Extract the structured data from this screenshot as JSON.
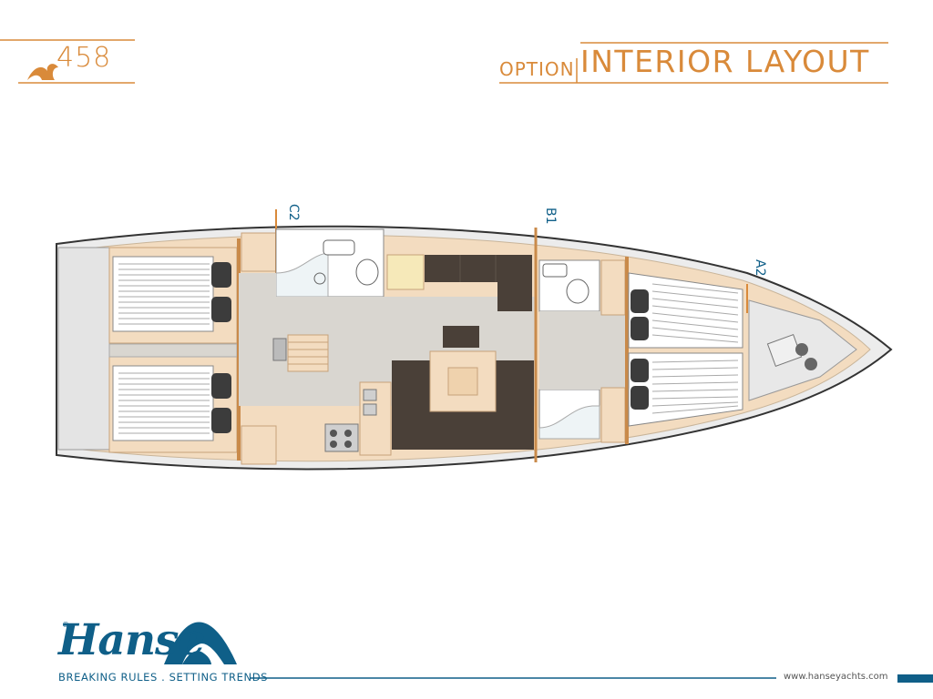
{
  "header": {
    "model": "458",
    "option_word": "OPTION",
    "title": "INTERIOR LAYOUT"
  },
  "diagram": {
    "markers": [
      "C2",
      "B1",
      "A2"
    ]
  },
  "footer": {
    "brand": "Hanse",
    "registered_mark": "®",
    "tagline": "BREAKING RULES . SETTING TRENDS",
    "website": "www.hanseyachts.com"
  },
  "colors": {
    "accent_orange": "#d98a3a",
    "brand_blue": "#0f5f88",
    "wood": "#f3dcc0",
    "floor": "#d9d6d0",
    "dark_seat": "#4a4038"
  }
}
